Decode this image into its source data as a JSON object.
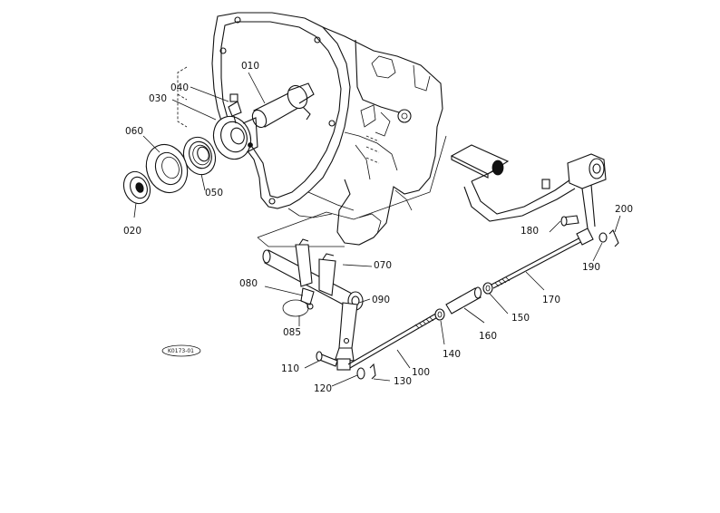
{
  "parts": {
    "p010": "010",
    "p020": "020",
    "p030": "030",
    "p040": "040",
    "p050": "050",
    "p060": "060",
    "p070": "070",
    "p080": "080",
    "p085": "085",
    "p090": "090",
    "p100": "100",
    "p110": "110",
    "p120": "120",
    "p130": "130",
    "p140": "140",
    "p150": "150",
    "p160": "160",
    "p170": "170",
    "p180": "180",
    "p190": "190",
    "p200": "200"
  },
  "stamp": "K0173-01"
}
